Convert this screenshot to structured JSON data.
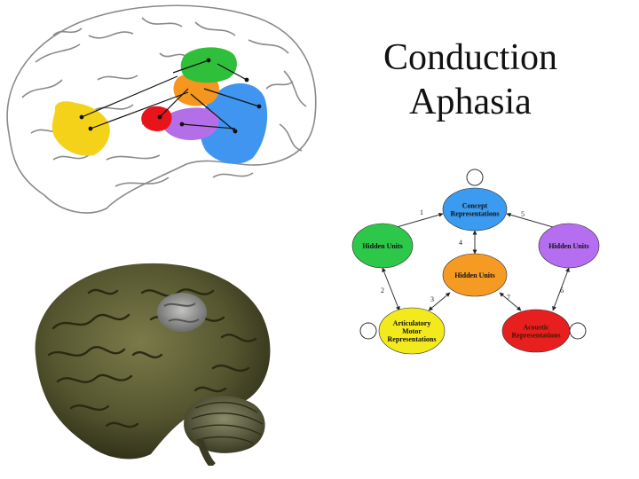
{
  "title": {
    "line1": "Conduction",
    "line2": "Aphasia"
  },
  "network": {
    "nodes": [
      {
        "id": "concept",
        "lines": [
          "Concept",
          "Representations"
        ],
        "fill": "#3a9bf0",
        "text_color": "#111111"
      },
      {
        "id": "hidden_left",
        "lines": [
          "Hidden Units"
        ],
        "fill": "#2dc84a",
        "text_color": "#111111"
      },
      {
        "id": "hidden_right",
        "lines": [
          "Hidden Units"
        ],
        "fill": "#b56ef0",
        "text_color": "#111111"
      },
      {
        "id": "hidden_center",
        "lines": [
          "Hidden Units"
        ],
        "fill": "#f59a22",
        "text_color": "#111111"
      },
      {
        "id": "articulatory",
        "lines": [
          "Articulatory",
          "Motor",
          "Representations"
        ],
        "fill": "#f2ea1c",
        "text_color": "#111111"
      },
      {
        "id": "acoustic",
        "lines": [
          "Acoustic",
          "Representations"
        ],
        "fill": "#e81f1f",
        "text_color": "#3a1a00"
      }
    ],
    "edge_labels": [
      "1",
      "2",
      "3",
      "4",
      "5",
      "6",
      "7"
    ]
  },
  "brain_regions": {
    "yellow": "#f5d21a",
    "green": "#2fbf3a",
    "orange": "#f5961e",
    "red": "#e8141a",
    "purple": "#b36ee8",
    "blue": "#3f95f0"
  }
}
